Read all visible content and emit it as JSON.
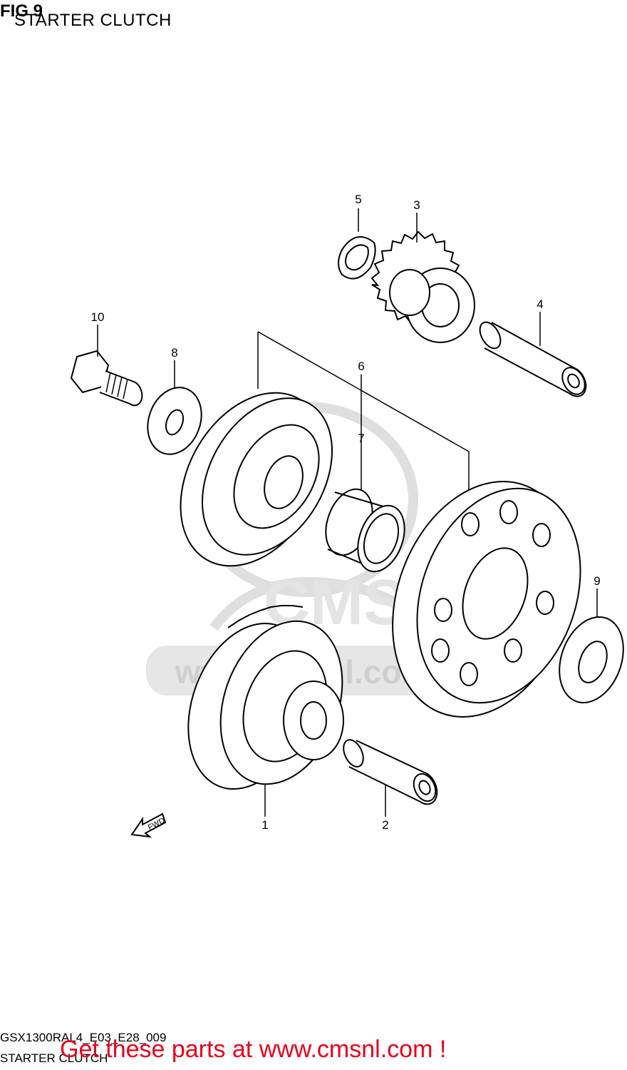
{
  "figure": {
    "number_label": "FIG 9",
    "title": "STARTER CLUTCH"
  },
  "parts": [
    {
      "ref": "1"
    },
    {
      "ref": "2"
    },
    {
      "ref": "3"
    },
    {
      "ref": "4"
    },
    {
      "ref": "5"
    },
    {
      "ref": "6"
    },
    {
      "ref": "7"
    },
    {
      "ref": "8"
    },
    {
      "ref": "9"
    },
    {
      "ref": "10"
    }
  ],
  "direction_marker": "FWD",
  "watermark": {
    "brand": "CMS",
    "url_text": "www.cmsnl.com"
  },
  "footer": {
    "code": "GSX1300RAL4_E03_E28_009",
    "name": "STARTER CLUTCH"
  },
  "promo": {
    "text": "Get these parts at www.cmsnl.com !"
  },
  "colors": {
    "promo": "#e8001c",
    "line": "#000000",
    "watermark": "#d8d8d8"
  }
}
